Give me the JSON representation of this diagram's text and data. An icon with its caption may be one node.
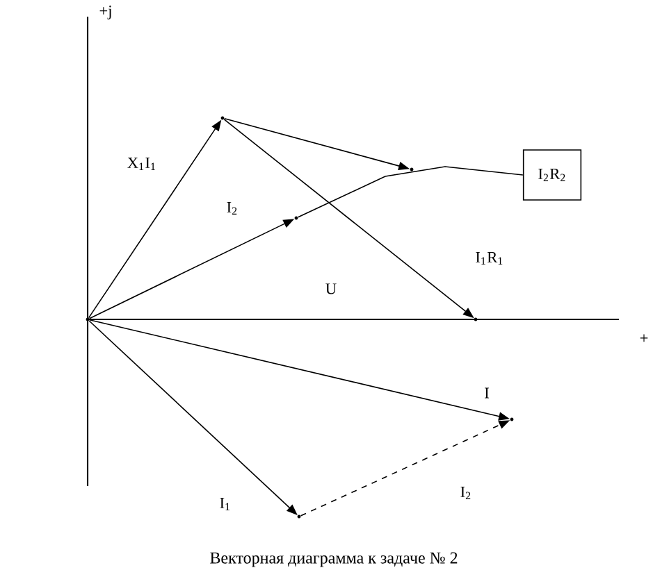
{
  "diagram": {
    "caption": "Векторная диаграмма к задаче № 2",
    "nodes": [
      {
        "text": [],
        "shape": "point"
      },
      {
        "text": [],
        "shape": "point"
      },
      {
        "text": [],
        "shape": "point"
      },
      {
        "text": [],
        "shape": "point"
      },
      {
        "text": [],
        "shape": "point"
      },
      {
        "text": [],
        "shape": "point"
      },
      {
        "text": [],
        "shape": "point"
      },
      {
        "text": [
          "I$_{2}$R$_{2}$"
        ]
      }
    ],
    "edges": [
      {
        "from": 0,
        "to": 1,
        "arrow": "to"
      },
      {
        "from": 1,
        "to": 2,
        "arrow": "to"
      },
      {
        "from": 1,
        "to": 4,
        "arrow": "to"
      },
      {
        "from": 0,
        "to": 3,
        "arrow": "to"
      },
      {
        "from": 0,
        "to": 5,
        "arrow": "to"
      },
      {
        "from": 0,
        "to": 6,
        "arrow": "to"
      },
      {
        "from": 6,
        "to": 5,
        "arrow": "to",
        "style": "dashed"
      },
      {
        "from": 7,
        "to": 3,
        "arrow": "none"
      }
    ],
    "labels": [
      "+j",
      "X$_{1}$I$_{1}$",
      "I$_{2}$",
      "U",
      "I$_{1}$R$_{1}$",
      "+",
      "I",
      "I$_{1}$",
      "I$_{2}$"
    ]
  }
}
